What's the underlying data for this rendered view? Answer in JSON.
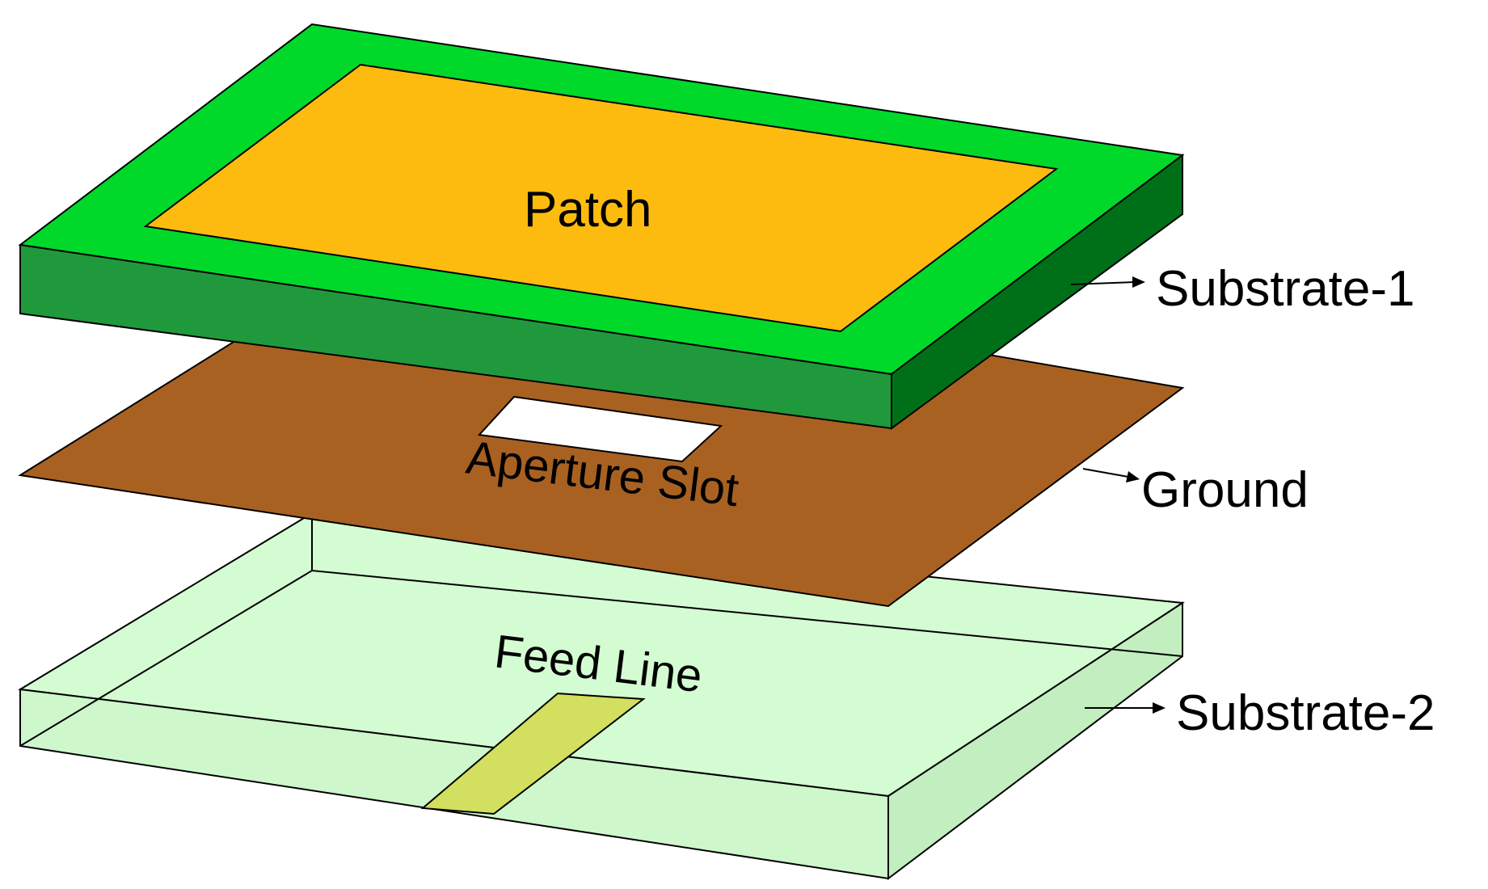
{
  "labels": {
    "patch": "Patch",
    "substrate1": "Substrate-1",
    "aperture_slot": "Aperture Slot",
    "ground": "Ground",
    "feed_line": "Feed Line",
    "substrate2": "Substrate-2"
  },
  "colors": {
    "substrate1_top": "#00d92a",
    "substrate1_front": "#20993d",
    "substrate1_side": "#007018",
    "patch": "#fdbb10",
    "ground": "#a96121",
    "aperture_slot": "#ffffff",
    "substrate2_top": "#d4fcd2",
    "substrate2_front": "#cef7cc",
    "substrate2_side": "#c2eec0",
    "feed_line": "#d3df5e"
  }
}
